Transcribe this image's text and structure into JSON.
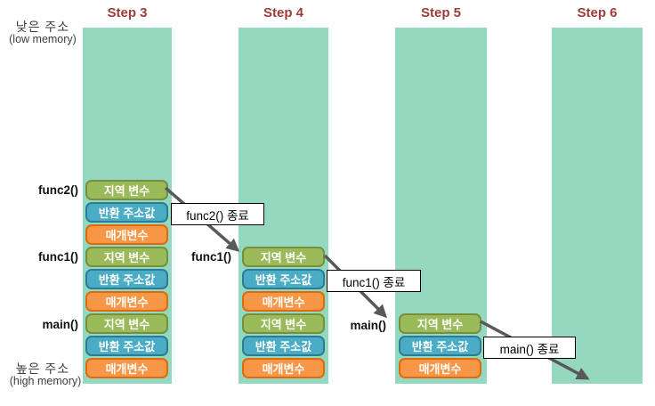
{
  "memory_labels": {
    "low_ko": "낮은 주소",
    "low_en": "(low memory)",
    "high_ko": "높은 주소",
    "high_en": "(high memory)"
  },
  "steps": [
    {
      "label": "Step 3"
    },
    {
      "label": "Step 4"
    },
    {
      "label": "Step 5"
    },
    {
      "label": "Step 6"
    }
  ],
  "box_labels": {
    "local": "지역 변수",
    "ret": "반환 주소값",
    "param": "매개변수"
  },
  "function_labels": {
    "func2": "func2()",
    "func1": "func1()",
    "main": "main()"
  },
  "arrow_labels": [
    {
      "text": "func2() 종료"
    },
    {
      "text": "func1() 종료"
    },
    {
      "text": "main() 종료"
    }
  ],
  "colors": {
    "column": "#94D8BF",
    "local_fill": "#9BBA59",
    "local_border": "#758F3C",
    "ret_fill": "#4BACC6",
    "ret_border": "#2D7C95",
    "param_fill": "#F79646",
    "param_border": "#DD6A0D",
    "step_header": "#9E3B3B",
    "arrow": "#595959"
  }
}
